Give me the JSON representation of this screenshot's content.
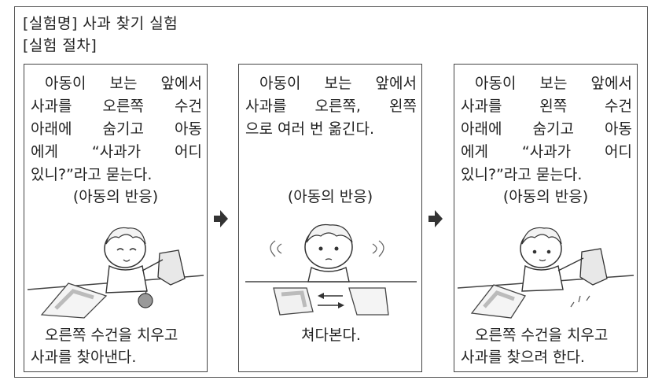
{
  "header": {
    "title": "[실험명] 사과 찾기 실험",
    "procedure": "[실험 절차]"
  },
  "panels": [
    {
      "instruction_lines": [
        "아동이 보는 앞에서",
        "사과를 오른쪽 수건",
        "아래에 숨기고 아동",
        "에게 “사과가 어디",
        "있니?”라고 묻는다."
      ],
      "reaction_label": "(아동의 반응)",
      "result_lines": [
        "오른쪽 수건을 치우고",
        "사과를 찾아낸다."
      ]
    },
    {
      "instruction_lines": [
        "아동이 보는 앞에서",
        "사과를 오른쪽, 왼쪽",
        "으로 여러 번 옮긴다."
      ],
      "reaction_label": "(아동의 반응)",
      "result_lines": [
        "쳐다본다."
      ]
    },
    {
      "instruction_lines": [
        "아동이 보는 앞에서",
        "사과를 왼쪽 수건",
        "아래에 숨기고 아동",
        "에게 “사과가 어디",
        "있니?”라고 묻는다."
      ],
      "reaction_label": "(아동의 반응)",
      "result_lines": [
        "오른쪽 수건을 치우고",
        "사과를 찾으려 한다."
      ]
    }
  ],
  "icons": {
    "step_arrow": "right-arrow-icon",
    "illustration": "child-with-towels-illustration"
  },
  "colors": {
    "border": "#444444",
    "arrow": "#333333",
    "text": "#222222"
  }
}
